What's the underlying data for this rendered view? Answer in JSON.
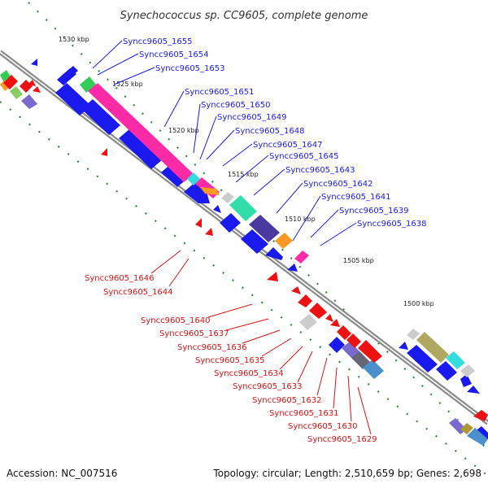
{
  "title": "Synechococcus sp. CC9605, complete genome",
  "footer": {
    "accession": "Accession: NC_007516",
    "topology": "Topology: circular; Length: 2,510,659 bp; Genes: 2,698"
  },
  "colors": {
    "forward": "#1a1aee",
    "reverse": "#ee1111",
    "backbone": "#8a8a8a",
    "dots": "#22883a"
  },
  "ticks": [
    "1530 kbp",
    "1525 kbp",
    "1520 kbp",
    "1515 kbp",
    "1510 kbp",
    "1505 kbp",
    "1500 kbp"
  ],
  "blue_labels": [
    "Syncc9605_1655",
    "Syncc9605_1654",
    "Syncc9605_1653",
    "Syncc9605_1651",
    "Syncc9605_1650",
    "Syncc9605_1649",
    "Syncc9605_1648",
    "Syncc9605_1647",
    "Syncc9605_1645",
    "Syncc9605_1643",
    "Syncc9605_1642",
    "Syncc9605_1641",
    "Syncc9605_1639",
    "Syncc9605_1638"
  ],
  "red_labels": [
    "Syncc9605_1646",
    "Syncc9605_1644",
    "Syncc9605_1640",
    "Syncc9605_1637",
    "Syncc9605_1636",
    "Syncc9605_1635",
    "Syncc9605_1634",
    "Syncc9605_1633",
    "Syncc9605_1632",
    "Syncc9605_1631",
    "Syncc9605_1630",
    "Syncc9605_1629"
  ]
}
